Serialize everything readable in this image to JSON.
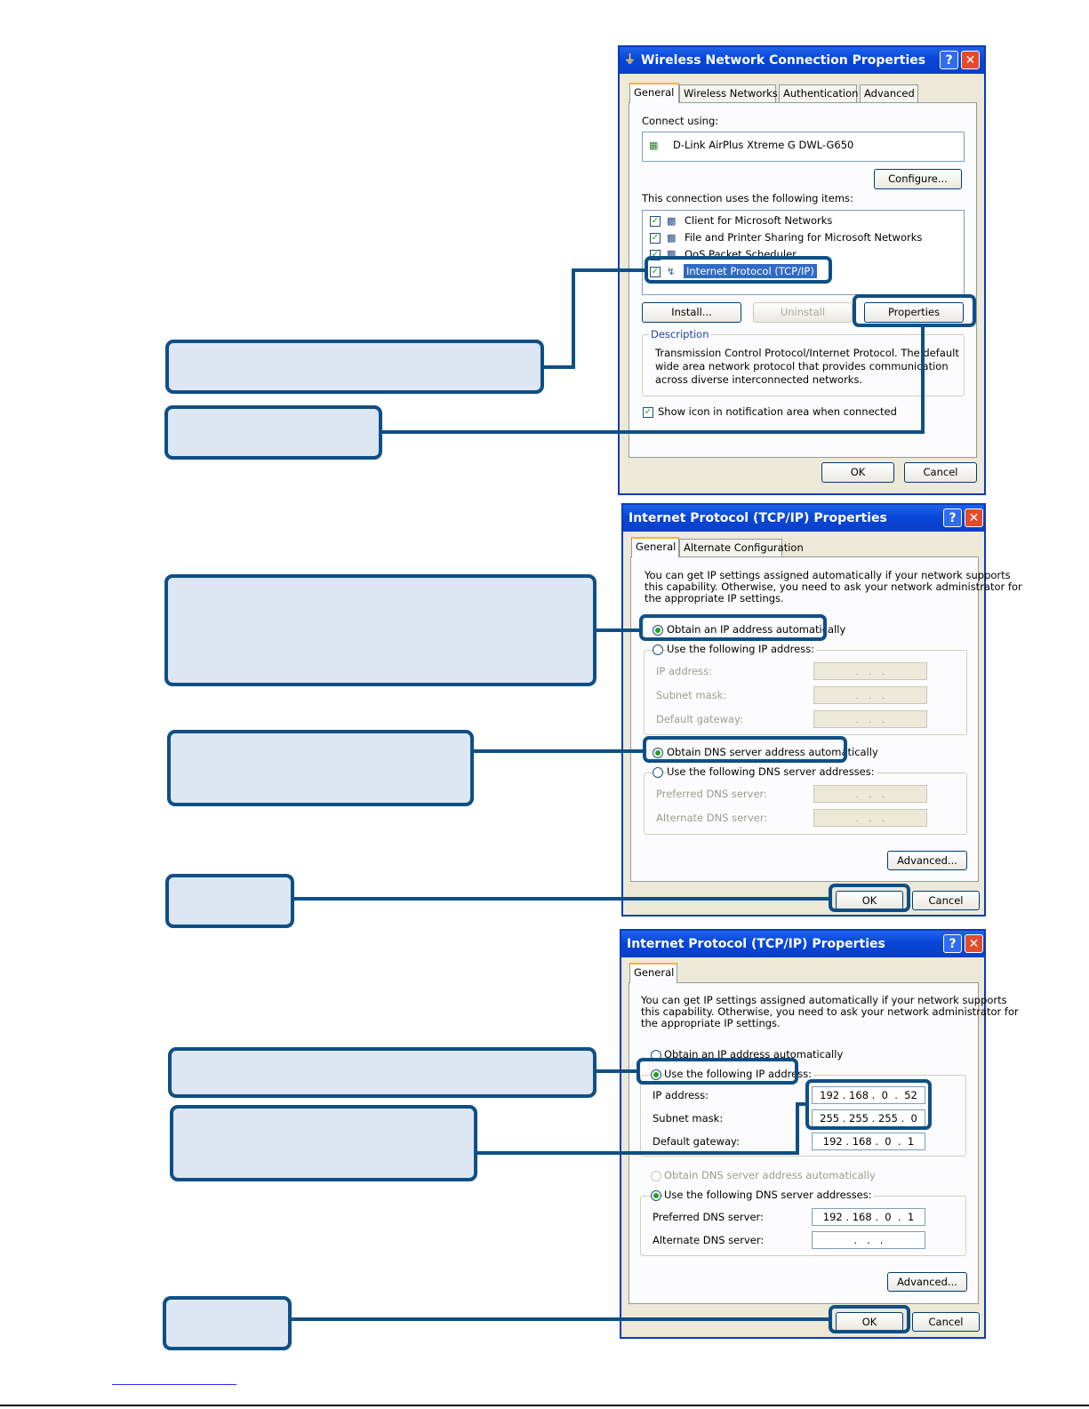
{
  "dialog1": {
    "title": "Wireless Network Connection Properties",
    "tabs": [
      "General",
      "Wireless Networks",
      "Authentication",
      "Advanced"
    ],
    "connect_using_label": "Connect using:",
    "adapter_name": "D-Link AirPlus Xtreme G DWL-G650",
    "configure_label": "Configure...",
    "items_label": "This connection uses the following items:",
    "items": [
      {
        "label": "Client for Microsoft Networks",
        "checked": true
      },
      {
        "label": "File and Printer Sharing for Microsoft Networks",
        "checked": true
      },
      {
        "label": "QoS Packet Scheduler",
        "checked": true
      },
      {
        "label": "Internet Protocol (TCP/IP)",
        "checked": true
      }
    ],
    "install_label": "Install...",
    "uninstall_label": "Uninstall",
    "properties_label": "Properties",
    "description_label": "Description",
    "description_lines": [
      "Transmission Control Protocol/Internet Protocol. The default",
      "wide area network protocol that provides communication",
      "across diverse interconnected networks."
    ],
    "show_icon_label": "Show icon in notification area when connected",
    "ok_label": "OK",
    "cancel_label": "Cancel"
  },
  "dialog2": {
    "title": "Internet Protocol (TCP/IP) Properties",
    "tabs": [
      "General",
      "Alternate Configuration"
    ],
    "intro_lines": [
      "You can get IP settings assigned automatically if your network supports",
      "this capability. Otherwise, you need to ask your network administrator for",
      "the appropriate IP settings."
    ],
    "obtain_ip_label": "Obtain an IP address automatically",
    "use_ip_label": "Use the following IP address:",
    "ip_label": "IP address:",
    "subnet_label": "Subnet mask:",
    "gateway_label": "Default gateway:",
    "empty_ip": " .   .   . ",
    "obtain_dns_label": "Obtain DNS server address automatically",
    "use_dns_label": "Use the following DNS server addresses:",
    "preferred_dns_label": "Preferred DNS server:",
    "alternate_dns_label": "Alternate DNS server:",
    "advanced_label": "Advanced...",
    "ok_label": "OK",
    "cancel_label": "Cancel"
  },
  "dialog3": {
    "title": "Internet Protocol (TCP/IP) Properties",
    "tabs": [
      "General"
    ],
    "intro_lines": [
      "You can get IP settings assigned automatically if your network supports",
      "this capability. Otherwise, you need to ask your network administrator for",
      "the appropriate IP settings."
    ],
    "obtain_ip_label": "Obtain an IP address automatically",
    "use_ip_label": "Use the following IP address:",
    "ip_label": "IP address:",
    "ip_value": "192 . 168 .  0  .  52",
    "subnet_label": "Subnet mask:",
    "subnet_value": "255 . 255 . 255 .  0",
    "gateway_label": "Default gateway:",
    "gateway_value": "192 . 168 .  0  .  1",
    "obtain_dns_label": "Obtain DNS server address automatically",
    "use_dns_label": "Use the following DNS server addresses:",
    "preferred_dns_label": "Preferred DNS server:",
    "preferred_dns_value": "192 . 168 .  0  .  1",
    "alternate_dns_label": "Alternate DNS server:",
    "alternate_dns_value": " .   .   . ",
    "advanced_label": "Advanced...",
    "ok_label": "OK",
    "cancel_label": "Cancel"
  },
  "colors": {
    "callout_border": "#0e4f86",
    "callout_fill": "#dde7f3",
    "xp_titlebar": "#0846d8",
    "dialog_face": "#ece9d8"
  },
  "icons": [
    "network-connection-icon",
    "help-icon",
    "close-icon",
    "network-adapter-icon",
    "computer-network-icon",
    "protocol-icon"
  ]
}
